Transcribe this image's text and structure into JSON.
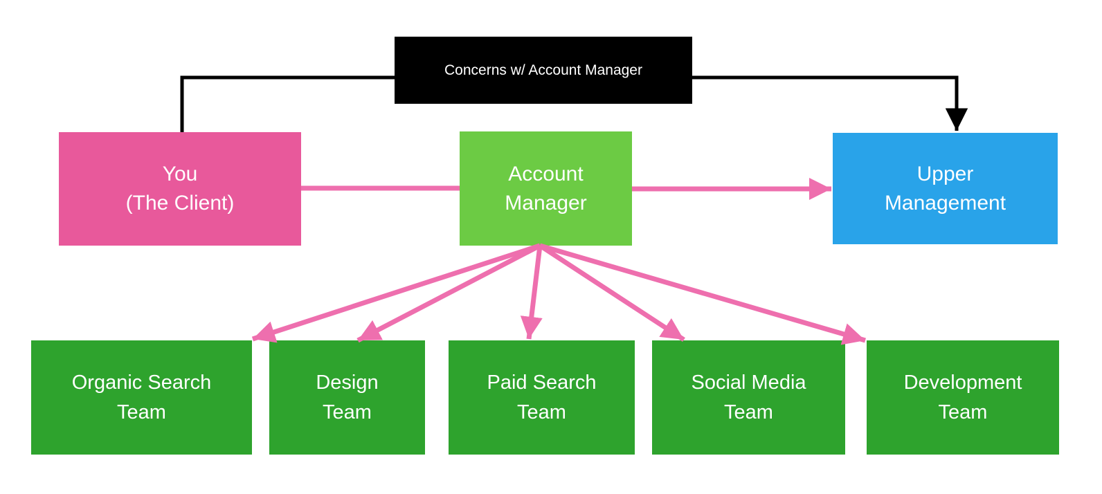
{
  "colors": {
    "background": "#ffffff",
    "banner-bg": "#000000",
    "client-pink": "#e8599b",
    "manager-green": "#6ccb44",
    "team-green": "#2ea32d",
    "management-blue": "#29a3e9",
    "arrow-pink": "#ee6fae",
    "connector-black": "#000000",
    "text-white": "#ffffff"
  },
  "banner": {
    "label": "Concerns w/ Account Manager"
  },
  "nodes": {
    "client": {
      "label": "You\n(The Client)"
    },
    "account_manager": {
      "label": "Account\nManager"
    },
    "upper_management": {
      "label": "Upper\nManagement"
    }
  },
  "teams": [
    {
      "label": "Organic Search\nTeam"
    },
    {
      "label": "Design\nTeam"
    },
    {
      "label": "Paid Search\nTeam"
    },
    {
      "label": "Social Media\nTeam"
    },
    {
      "label": "Development\nTeam"
    }
  ],
  "connections": [
    {
      "from": "client",
      "to": "concerns-banner",
      "style": "black-elbow",
      "arrowhead": false
    },
    {
      "from": "concerns-banner",
      "to": "upper-management",
      "style": "black-elbow",
      "arrowhead": true
    },
    {
      "from": "client",
      "to": "account-manager",
      "style": "pink-line",
      "arrowhead": false
    },
    {
      "from": "account-manager",
      "to": "upper-management",
      "style": "pink-line",
      "arrowhead": true
    },
    {
      "from": "account-manager",
      "to": "organic-search-team",
      "style": "pink-line",
      "arrowhead": true
    },
    {
      "from": "account-manager",
      "to": "design-team",
      "style": "pink-line",
      "arrowhead": true
    },
    {
      "from": "account-manager",
      "to": "paid-search-team",
      "style": "pink-line",
      "arrowhead": true
    },
    {
      "from": "account-manager",
      "to": "social-media-team",
      "style": "pink-line",
      "arrowhead": true
    },
    {
      "from": "account-manager",
      "to": "development-team",
      "style": "pink-line",
      "arrowhead": true
    }
  ]
}
